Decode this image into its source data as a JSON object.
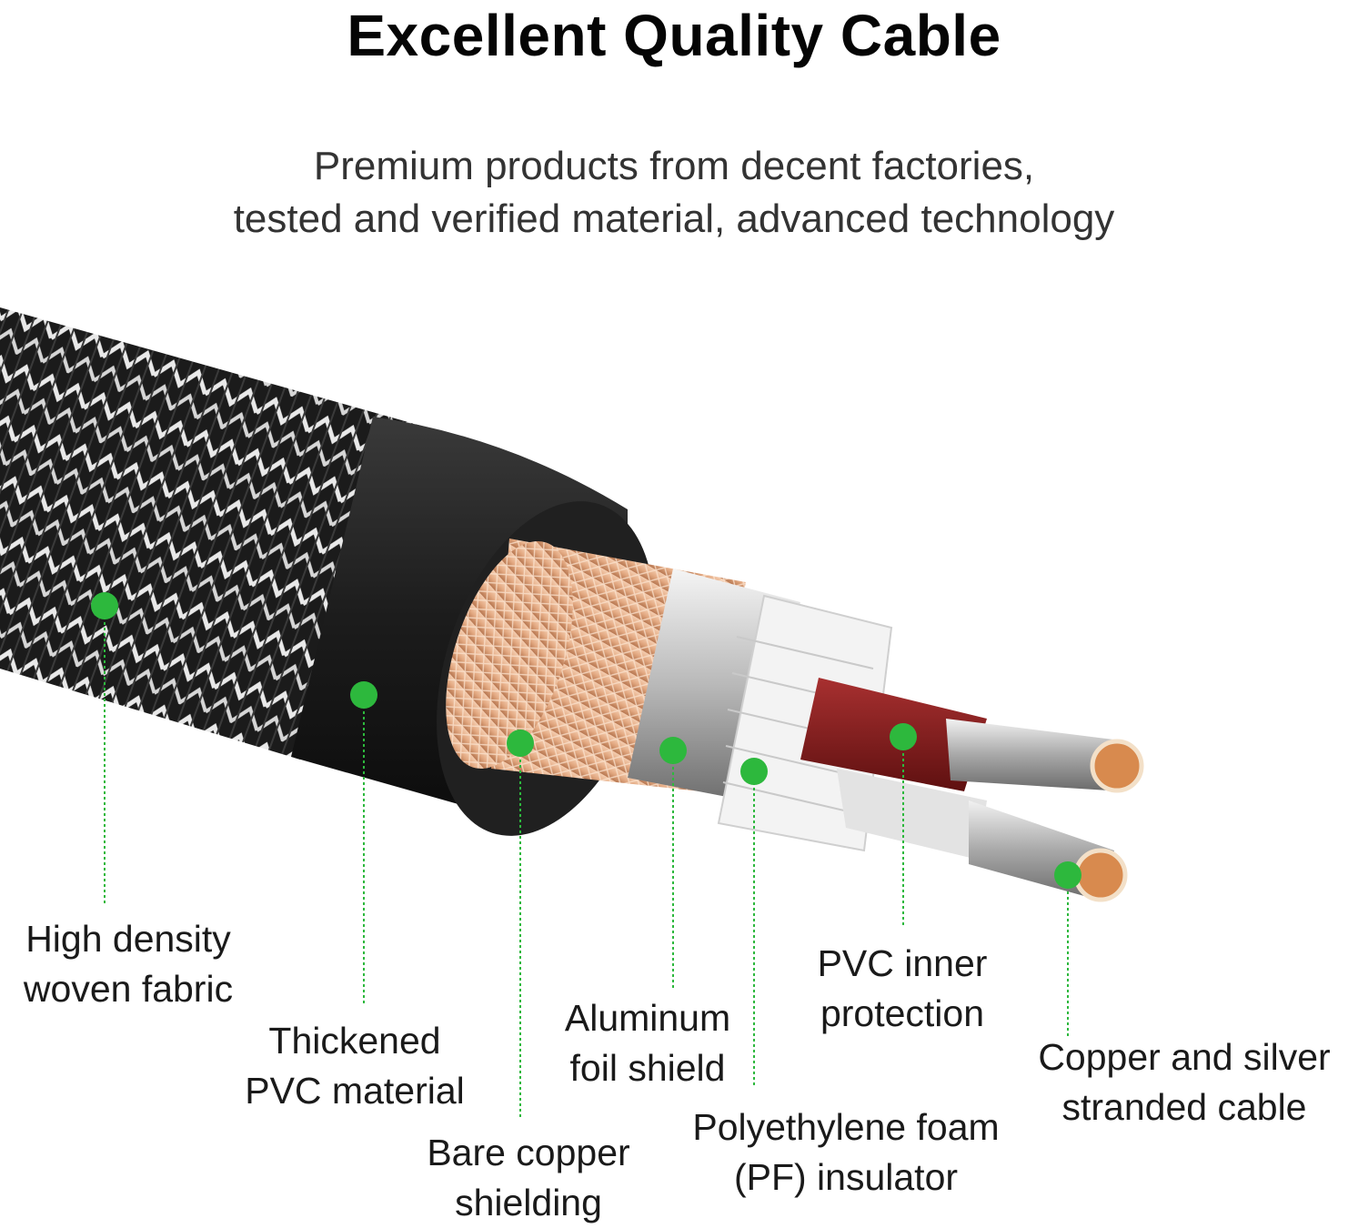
{
  "header": {
    "title": "Excellent Quality Cable",
    "subtitle_line1": "Premium products from decent factories,",
    "subtitle_line2": "tested and verified material, advanced technology"
  },
  "colors": {
    "accent_dot": "#2db83d",
    "braid_dark": "#1e1e1e",
    "braid_light": "#eeeeee",
    "pvc_jacket": "#2a2a2a",
    "copper_shield": "#e8b48f",
    "foil": "#cfcfcf",
    "inner_red": "#8b1c1c",
    "inner_white": "#e6e6e6",
    "copper_core": "#d88a4e"
  },
  "callouts": [
    {
      "id": "woven-fabric",
      "line1": "High density",
      "line2": "woven fabric"
    },
    {
      "id": "pvc-material",
      "line1": "Thickened",
      "line2": "PVC material"
    },
    {
      "id": "copper-shielding",
      "line1": "Bare copper",
      "line2": "shielding"
    },
    {
      "id": "foil-shield",
      "line1": "Aluminum",
      "line2": "foil shield"
    },
    {
      "id": "pf-insulator",
      "line1": "Polyethylene foam",
      "line2": "(PF) insulator"
    },
    {
      "id": "inner-protection",
      "line1": "PVC inner",
      "line2": "protection"
    },
    {
      "id": "stranded-cable",
      "line1": "Copper and silver",
      "line2": "stranded cable"
    }
  ]
}
